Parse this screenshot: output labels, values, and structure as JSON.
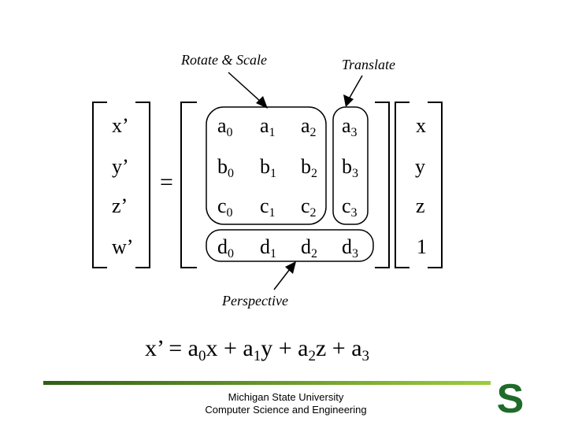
{
  "labels": {
    "rotate_scale": "Rotate & Scale",
    "translate": "Translate",
    "perspective": "Perspective"
  },
  "vector_out": [
    "x’",
    "y’",
    "z’",
    "w’"
  ],
  "equals": "=",
  "matrix": [
    [
      {
        "b": "a",
        "s": "0"
      },
      {
        "b": "a",
        "s": "1"
      },
      {
        "b": "a",
        "s": "2"
      },
      {
        "b": "a",
        "s": "3"
      }
    ],
    [
      {
        "b": "b",
        "s": "0"
      },
      {
        "b": "b",
        "s": "1"
      },
      {
        "b": "b",
        "s": "2"
      },
      {
        "b": "b",
        "s": "3"
      }
    ],
    [
      {
        "b": "c",
        "s": "0"
      },
      {
        "b": "c",
        "s": "1"
      },
      {
        "b": "c",
        "s": "2"
      },
      {
        "b": "c",
        "s": "3"
      }
    ],
    [
      {
        "b": "d",
        "s": "0"
      },
      {
        "b": "d",
        "s": "1"
      },
      {
        "b": "d",
        "s": "2"
      },
      {
        "b": "d",
        "s": "3"
      }
    ]
  ],
  "vector_in": [
    "x",
    "y",
    "z",
    "1"
  ],
  "equation": {
    "lhs": "x’ = a",
    "s0": "0",
    "t1": "x + a",
    "s1": "1",
    "t2": "y + a",
    "s2": "2",
    "t3": "z + a",
    "s3": "3"
  },
  "footer": {
    "line1": "Michigan State University",
    "line2": "Computer Science and Engineering"
  },
  "logo": {
    "letter": "S"
  },
  "colors": {
    "bar_dark": "#2f5f16",
    "bar_light": "#9ccd3c",
    "logo": "#1e6b2a"
  }
}
